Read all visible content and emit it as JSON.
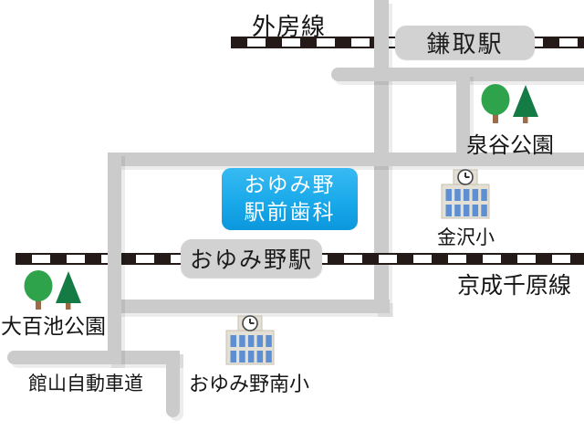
{
  "clinic": {
    "name_line1": "おゆみ野",
    "name_line2": "駅前歯科"
  },
  "railways": {
    "sotobo": {
      "line_label": "外房線",
      "station": "鎌取駅"
    },
    "keisei": {
      "line_label": "京成千原線",
      "station": "おゆみ野駅"
    }
  },
  "parks": [
    {
      "name": "泉谷公園"
    },
    {
      "name": "大百池公園"
    }
  ],
  "schools": [
    {
      "name": "金沢小"
    },
    {
      "name": "おゆみ野南小"
    }
  ],
  "expressway": {
    "label": "館山自動車道"
  },
  "colors": {
    "clinic_blue": "#19a9ea",
    "road_gray": "#cbcbcb",
    "station_gray": "#d2d2d2",
    "railway_black": "#241b18",
    "tree_round_green": "#2fa24c",
    "tree_pine_green": "#157b45",
    "tree_trunk_brown": "#9e6b49",
    "school_building": "#e4e0d6",
    "school_window_blue": "#5d8fd2",
    "text_black": "#161616"
  }
}
